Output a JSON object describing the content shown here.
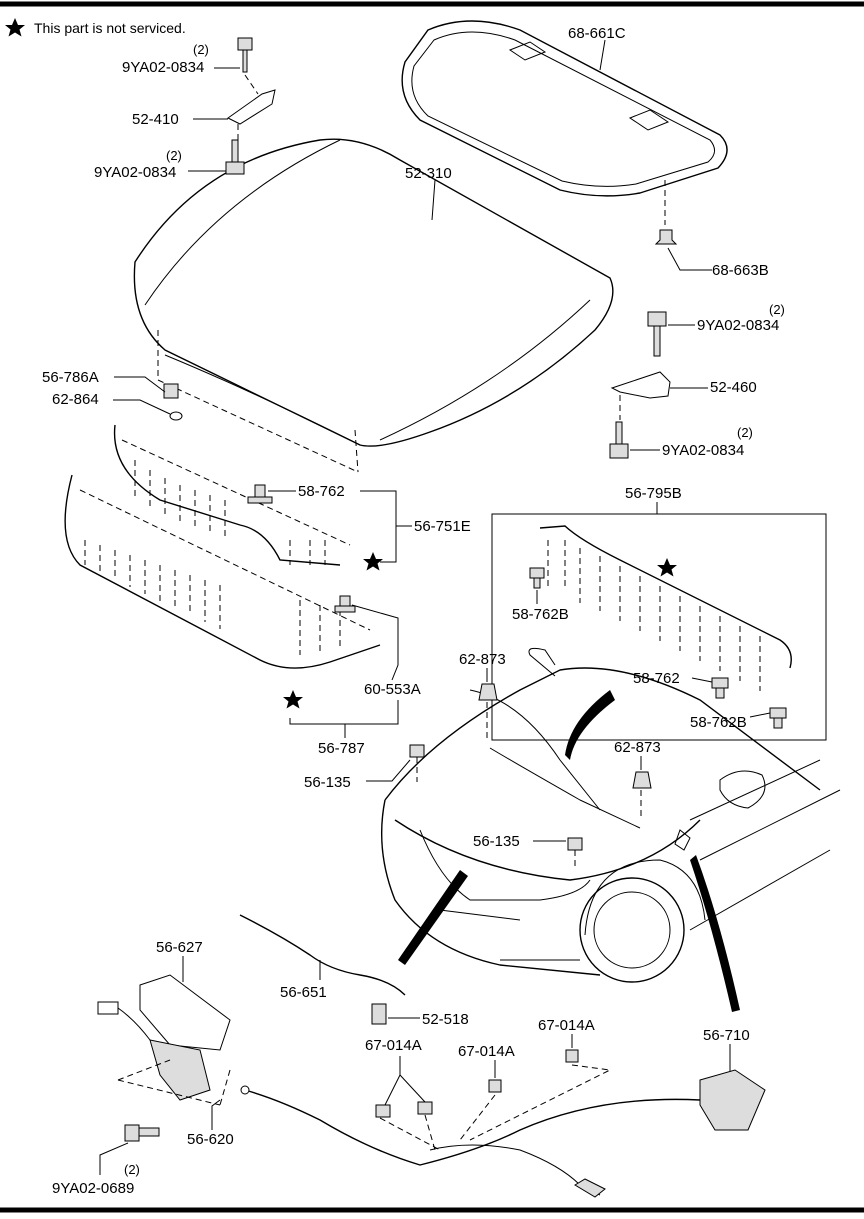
{
  "note": "This part is not serviced.",
  "labels": {
    "top_bolt_qty": "(2)",
    "top_bolt": "9YA02-0834",
    "hinge_left": "52-410",
    "mid_bolt_qty": "(2)",
    "mid_bolt": "9YA02-0834",
    "insulator": "68-661C",
    "hood": "52-310",
    "insulator_clip": "68-663B",
    "right_top_bolt_qty": "(2)",
    "right_top_bolt": "9YA02-0834",
    "hinge_right": "52-460",
    "right_bot_bolt_qty": "(2)",
    "right_bot_bolt": "9YA02-0834",
    "bumper_stop": "56-786A",
    "plug": "62-864",
    "clip_58762": "58-762",
    "seal_assy": "56-751E",
    "seal_rear": "56-795B",
    "clip_58762b_a": "58-762B",
    "clip_58762_b": "58-762",
    "clip_58762b_b": "58-762B",
    "clip_60553a": "60-553A",
    "seal_front": "56-787",
    "cushion_a": "62-873",
    "cushion_b": "62-873",
    "stop_a": "56-135",
    "stop_b": "56-135",
    "guard": "56-627",
    "rod": "56-651",
    "rod_clip": "52-518",
    "clip_67014a_a": "67-014A",
    "clip_67014a_b": "67-014A",
    "clip_67014a_c": "67-014A",
    "release": "56-710",
    "latch": "56-620",
    "latch_bolt_qty": "(2)",
    "latch_bolt": "9YA02-0689"
  }
}
